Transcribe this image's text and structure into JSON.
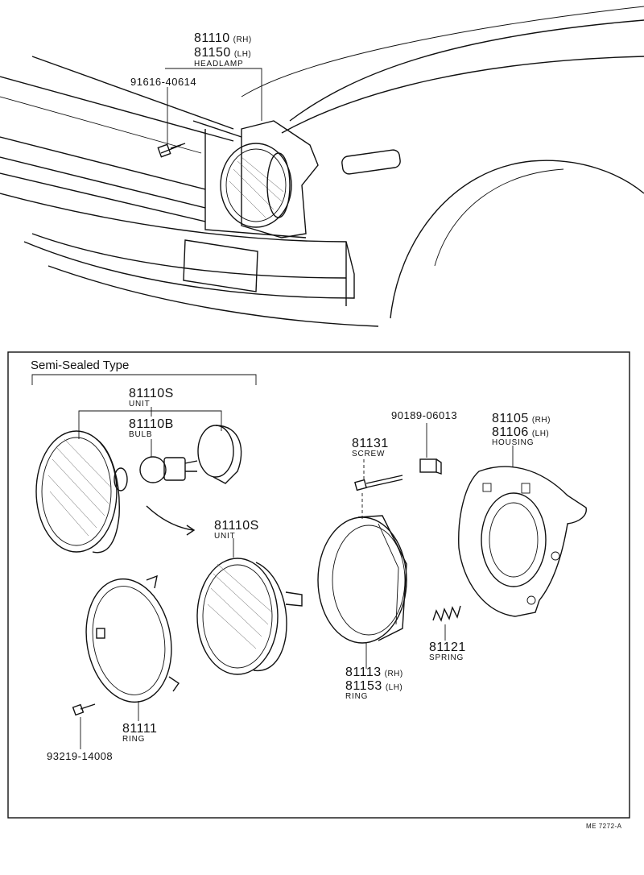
{
  "headlamp_group": {
    "pn_rh": "81110",
    "rh": "(RH)",
    "pn_lh": "81150",
    "lh": "(LH)",
    "name": "HEADLAMP"
  },
  "bolt_top": {
    "pn": "91616-40614"
  },
  "semi_sealed": {
    "title": "Semi-Sealed Type"
  },
  "unit_top": {
    "pn": "81110S",
    "name": "UNIT"
  },
  "bulb": {
    "pn": "81110B",
    "name": "BULB"
  },
  "unit_bottom": {
    "pn": "81110S",
    "name": "UNIT"
  },
  "screw_81131": {
    "pn": "81131",
    "name": "SCREW"
  },
  "nut_90189": {
    "pn": "90189-06013"
  },
  "housing": {
    "pn_rh": "81105",
    "rh": "(RH)",
    "pn_lh": "81106",
    "lh": "(LH)",
    "name": "HOUSING"
  },
  "ring_81113": {
    "pn_rh": "81113",
    "rh": "(RH)",
    "pn_lh": "81153",
    "lh": "(LH)",
    "name": "RING"
  },
  "spring": {
    "pn": "81121",
    "name": "SPRING"
  },
  "ring_81111": {
    "pn": "81111",
    "name": "RING"
  },
  "screw_93219": {
    "pn": "93219-14008"
  },
  "drawing_code": "ME 7272-A"
}
